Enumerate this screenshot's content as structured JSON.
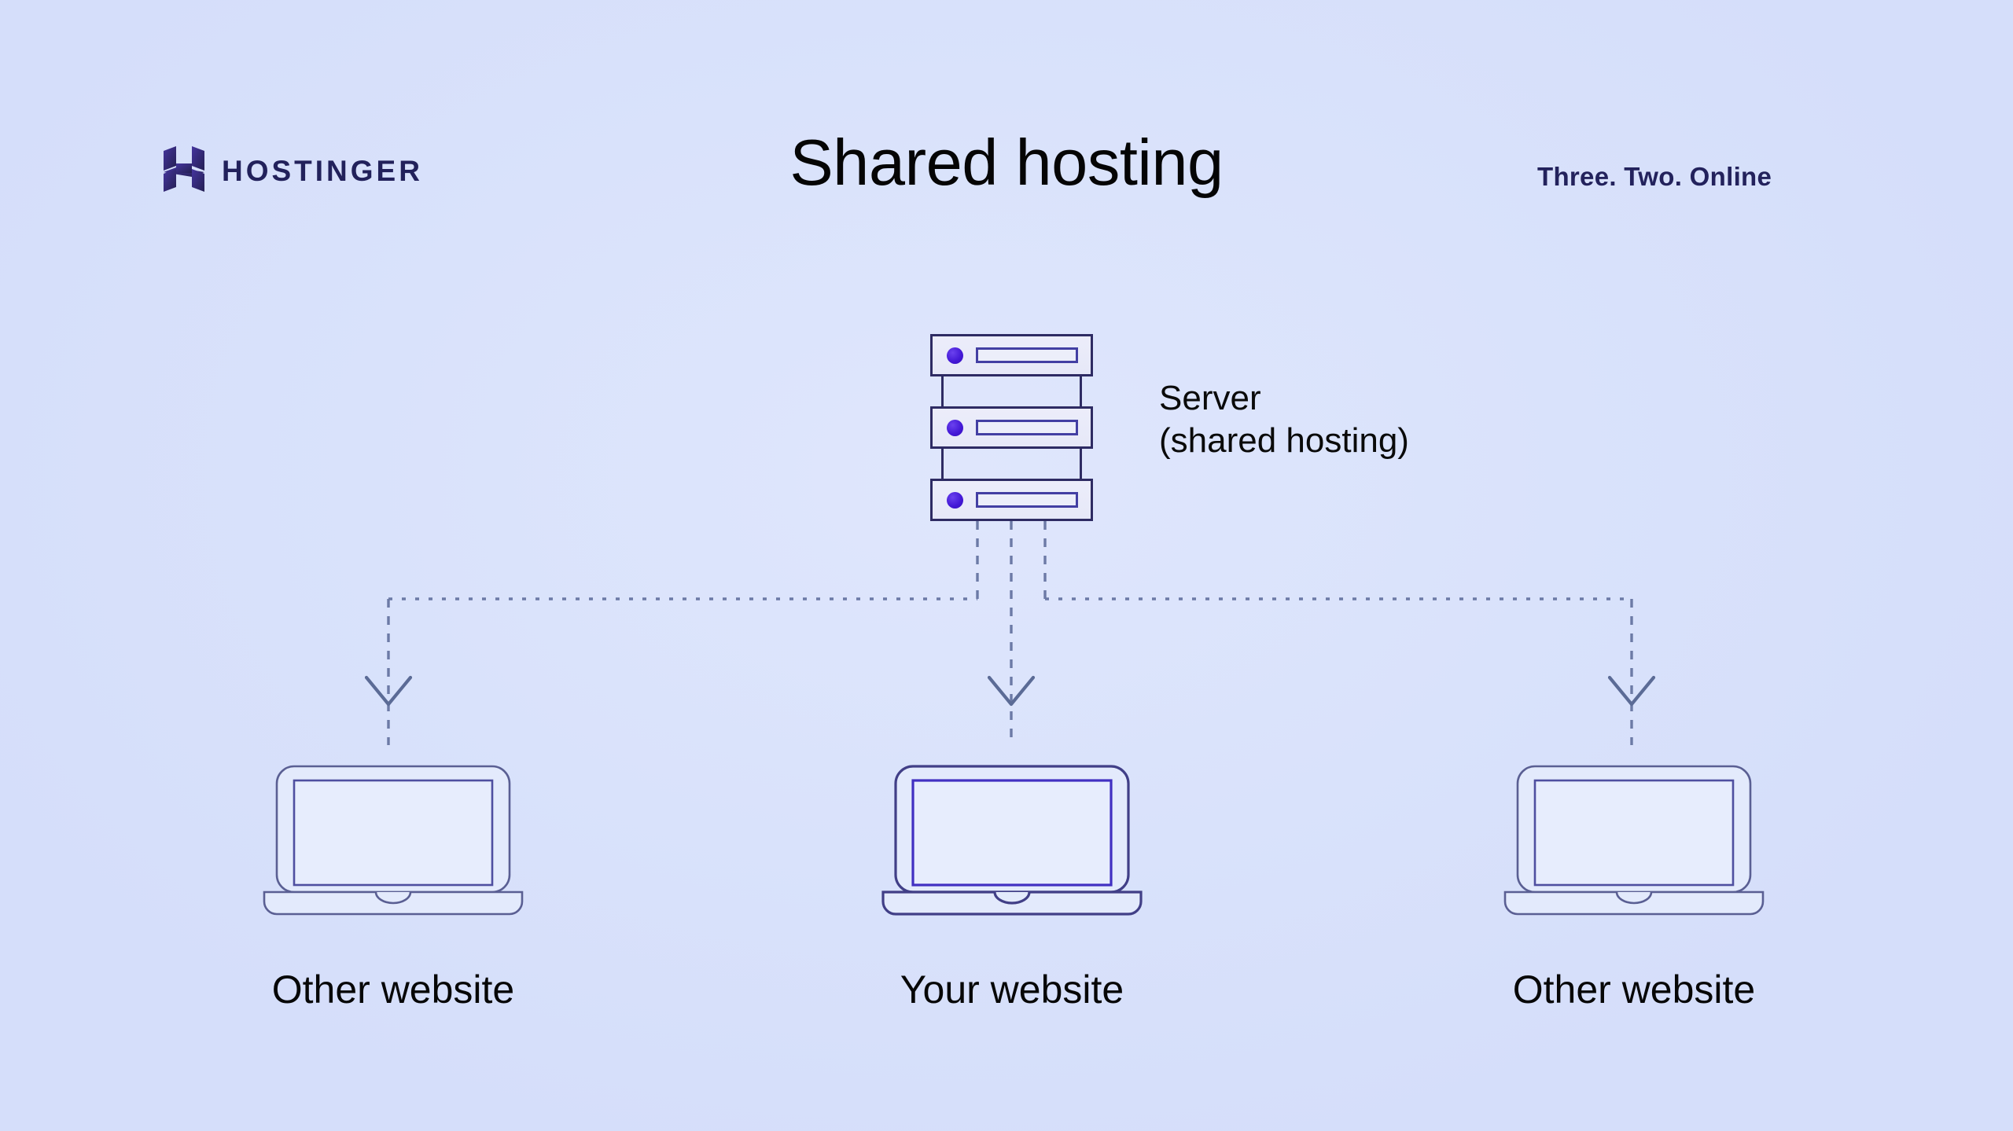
{
  "header": {
    "brand_name": "HOSTINGER",
    "brand_logo_icon": "hostinger-h-logo-icon",
    "title": "Shared hosting",
    "tagline": "Three. Two. Online"
  },
  "diagram": {
    "type": "hierarchy",
    "server": {
      "icon": "server-rack-icon",
      "label_line1": "Server",
      "label_line2": "(shared hosting)",
      "rack_units": 3,
      "unit_status_dot_icon": "status-dot-icon"
    },
    "connector": {
      "style": "dashed",
      "arrowhead_icon": "chevron-down-arrowhead-icon",
      "branch_count": 3,
      "color": "#6c7aa6"
    },
    "nodes": [
      {
        "icon": "laptop-icon",
        "label": "Other website",
        "highlighted": false
      },
      {
        "icon": "laptop-icon",
        "label": "Your website",
        "highlighted": true
      },
      {
        "icon": "laptop-icon",
        "label": "Other website",
        "highlighted": false
      }
    ]
  },
  "colors": {
    "background": "#d9e2fb",
    "brand_ink": "#22215b",
    "accent_purple": "#4318d6",
    "server_outline": "#2e2b63",
    "wire": "#6c7aa6",
    "text": "#070707"
  }
}
